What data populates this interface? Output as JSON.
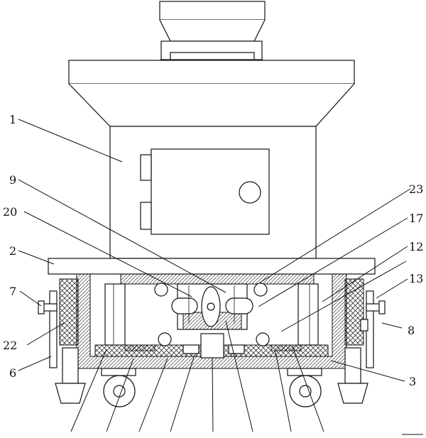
{
  "callouts": {
    "c1": "1",
    "c2": "2",
    "c3": "3",
    "c6": "6",
    "c7": "7",
    "c8": "8",
    "c9": "9",
    "c12": "12",
    "c13": "13",
    "c17": "17",
    "c20": "20",
    "c22": "22",
    "c23": "23"
  }
}
